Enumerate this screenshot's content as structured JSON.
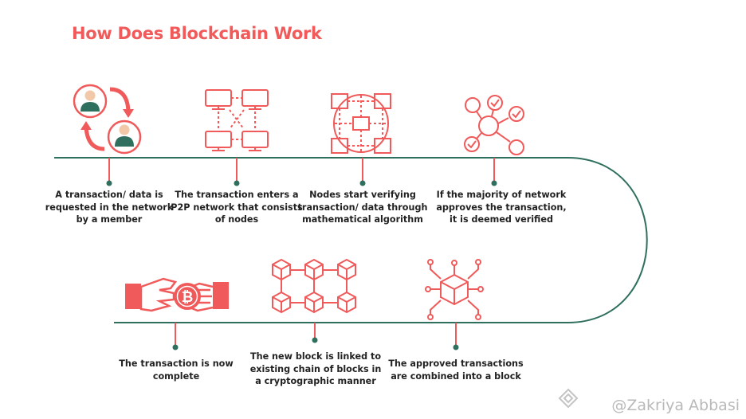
{
  "title": "How Does Blockchain Work",
  "colors": {
    "accent": "#f05a5a",
    "line": "#2f6f5e",
    "text": "#222222"
  },
  "steps": [
    {
      "text": "A transaction/ data is requested in the network by a member",
      "icon": "users-exchange-icon"
    },
    {
      "text": "The transaction enters a P2P network that consists of nodes",
      "icon": "p2p-network-icon"
    },
    {
      "text": "Nodes start verifying transaction/ data through mathematical algorithm",
      "icon": "node-verify-icon"
    },
    {
      "text": "If the majority of network approves the transaction, it is deemed verified",
      "icon": "approval-network-icon"
    },
    {
      "text": "The approved transactions are combined into a block",
      "icon": "block-cube-icon"
    },
    {
      "text": "The new block is linked to existing chain of blocks in a cryptographic manner",
      "icon": "block-chain-icon"
    },
    {
      "text": "The transaction is now complete",
      "icon": "bitcoin-hand-icon"
    }
  ],
  "watermark": "@Zakriya Abbasi"
}
